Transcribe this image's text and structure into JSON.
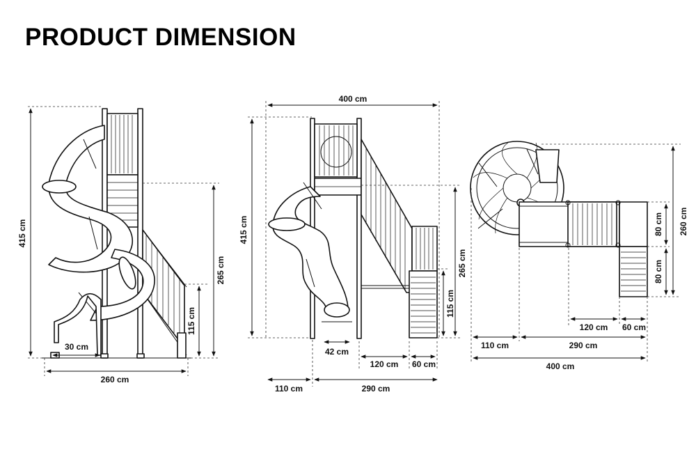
{
  "title": "PRODUCT DIMENSION",
  "views": {
    "side": {
      "height_total": "415 cm",
      "height_platform": "265 cm",
      "height_landing": "115 cm",
      "exit_length": "30 cm",
      "width_total": "260 cm"
    },
    "front": {
      "width_top": "400 cm",
      "height_total": "415 cm",
      "height_platform": "265 cm",
      "height_landing": "115 cm",
      "exit_width": "42 cm",
      "stair_run": "120 cm",
      "landing_width": "60 cm",
      "slide_offset": "110 cm",
      "structure_width": "290 cm"
    },
    "top": {
      "depth_total": "260 cm",
      "depth_upper": "80 cm",
      "depth_lower": "80 cm",
      "stair_run": "120 cm",
      "landing_width": "60 cm",
      "slide_offset": "110 cm",
      "structure_width": "290 cm",
      "width_total": "400 cm"
    }
  }
}
